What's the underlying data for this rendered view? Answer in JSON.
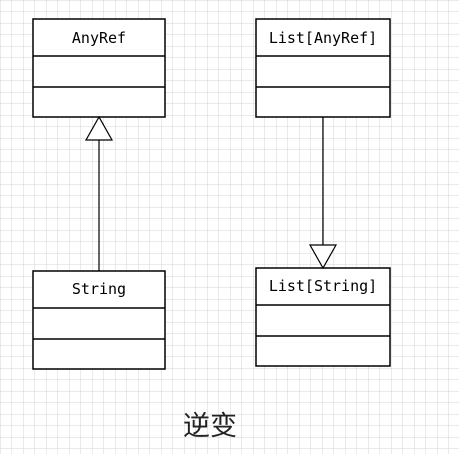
{
  "diagram": {
    "left": {
      "parent": {
        "name": "AnyRef"
      },
      "child": {
        "name": "String"
      }
    },
    "right": {
      "parent": {
        "name": "List[AnyRef]"
      },
      "child": {
        "name": "List[String]"
      }
    },
    "caption": "逆变"
  }
}
